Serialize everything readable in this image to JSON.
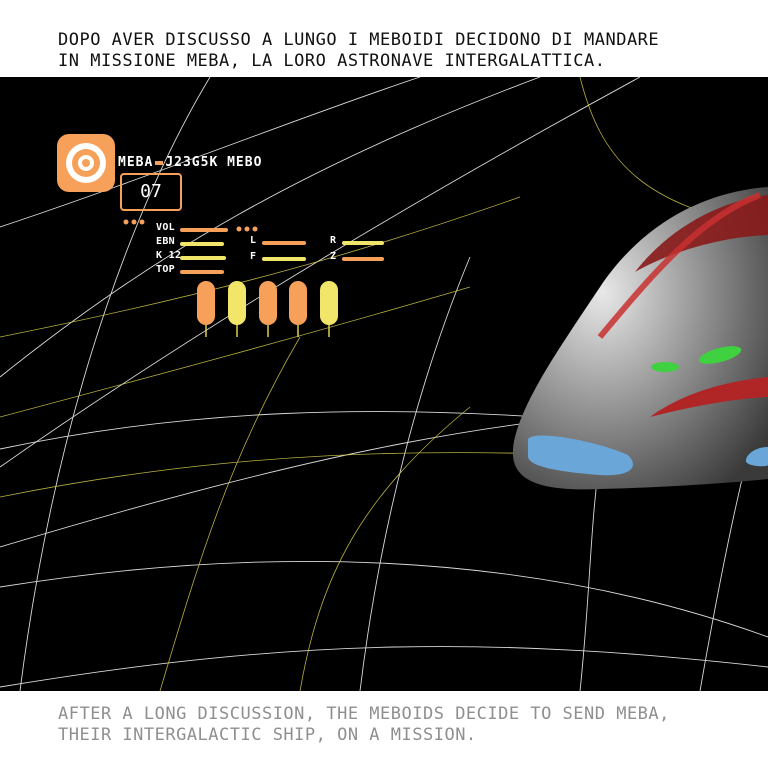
{
  "caption_it": "DOPO AVER DISCUSSO A LUNGO I MEBOIDI DECIDONO DI MANDARE\nIN MISSIONE MEBA, LA LORO ASTRONAVE INTERGALATTICA.",
  "caption_en": "AFTER A LONG DISCUSSION, THE MEBOIDS DECIDE TO SEND MEBA,\nTHEIR INTERGALACTIC SHIP, ON A MISSION.",
  "hud": {
    "title_left": "MEBA",
    "title_right": "J23G5K MEBO",
    "counter": "07",
    "labels": {
      "vol": "VOL",
      "ebn": "EBN",
      "k12": "K 12",
      "top": "TOP",
      "l": "L",
      "f": "F",
      "r": "R",
      "z": "Z"
    },
    "icon": "target-icon"
  },
  "colors": {
    "orange": "#f7a05a",
    "yellow": "#f2e66a",
    "scene_background": "#000000",
    "caption_dark": "#111111",
    "caption_gray": "#8f8f8f"
  }
}
